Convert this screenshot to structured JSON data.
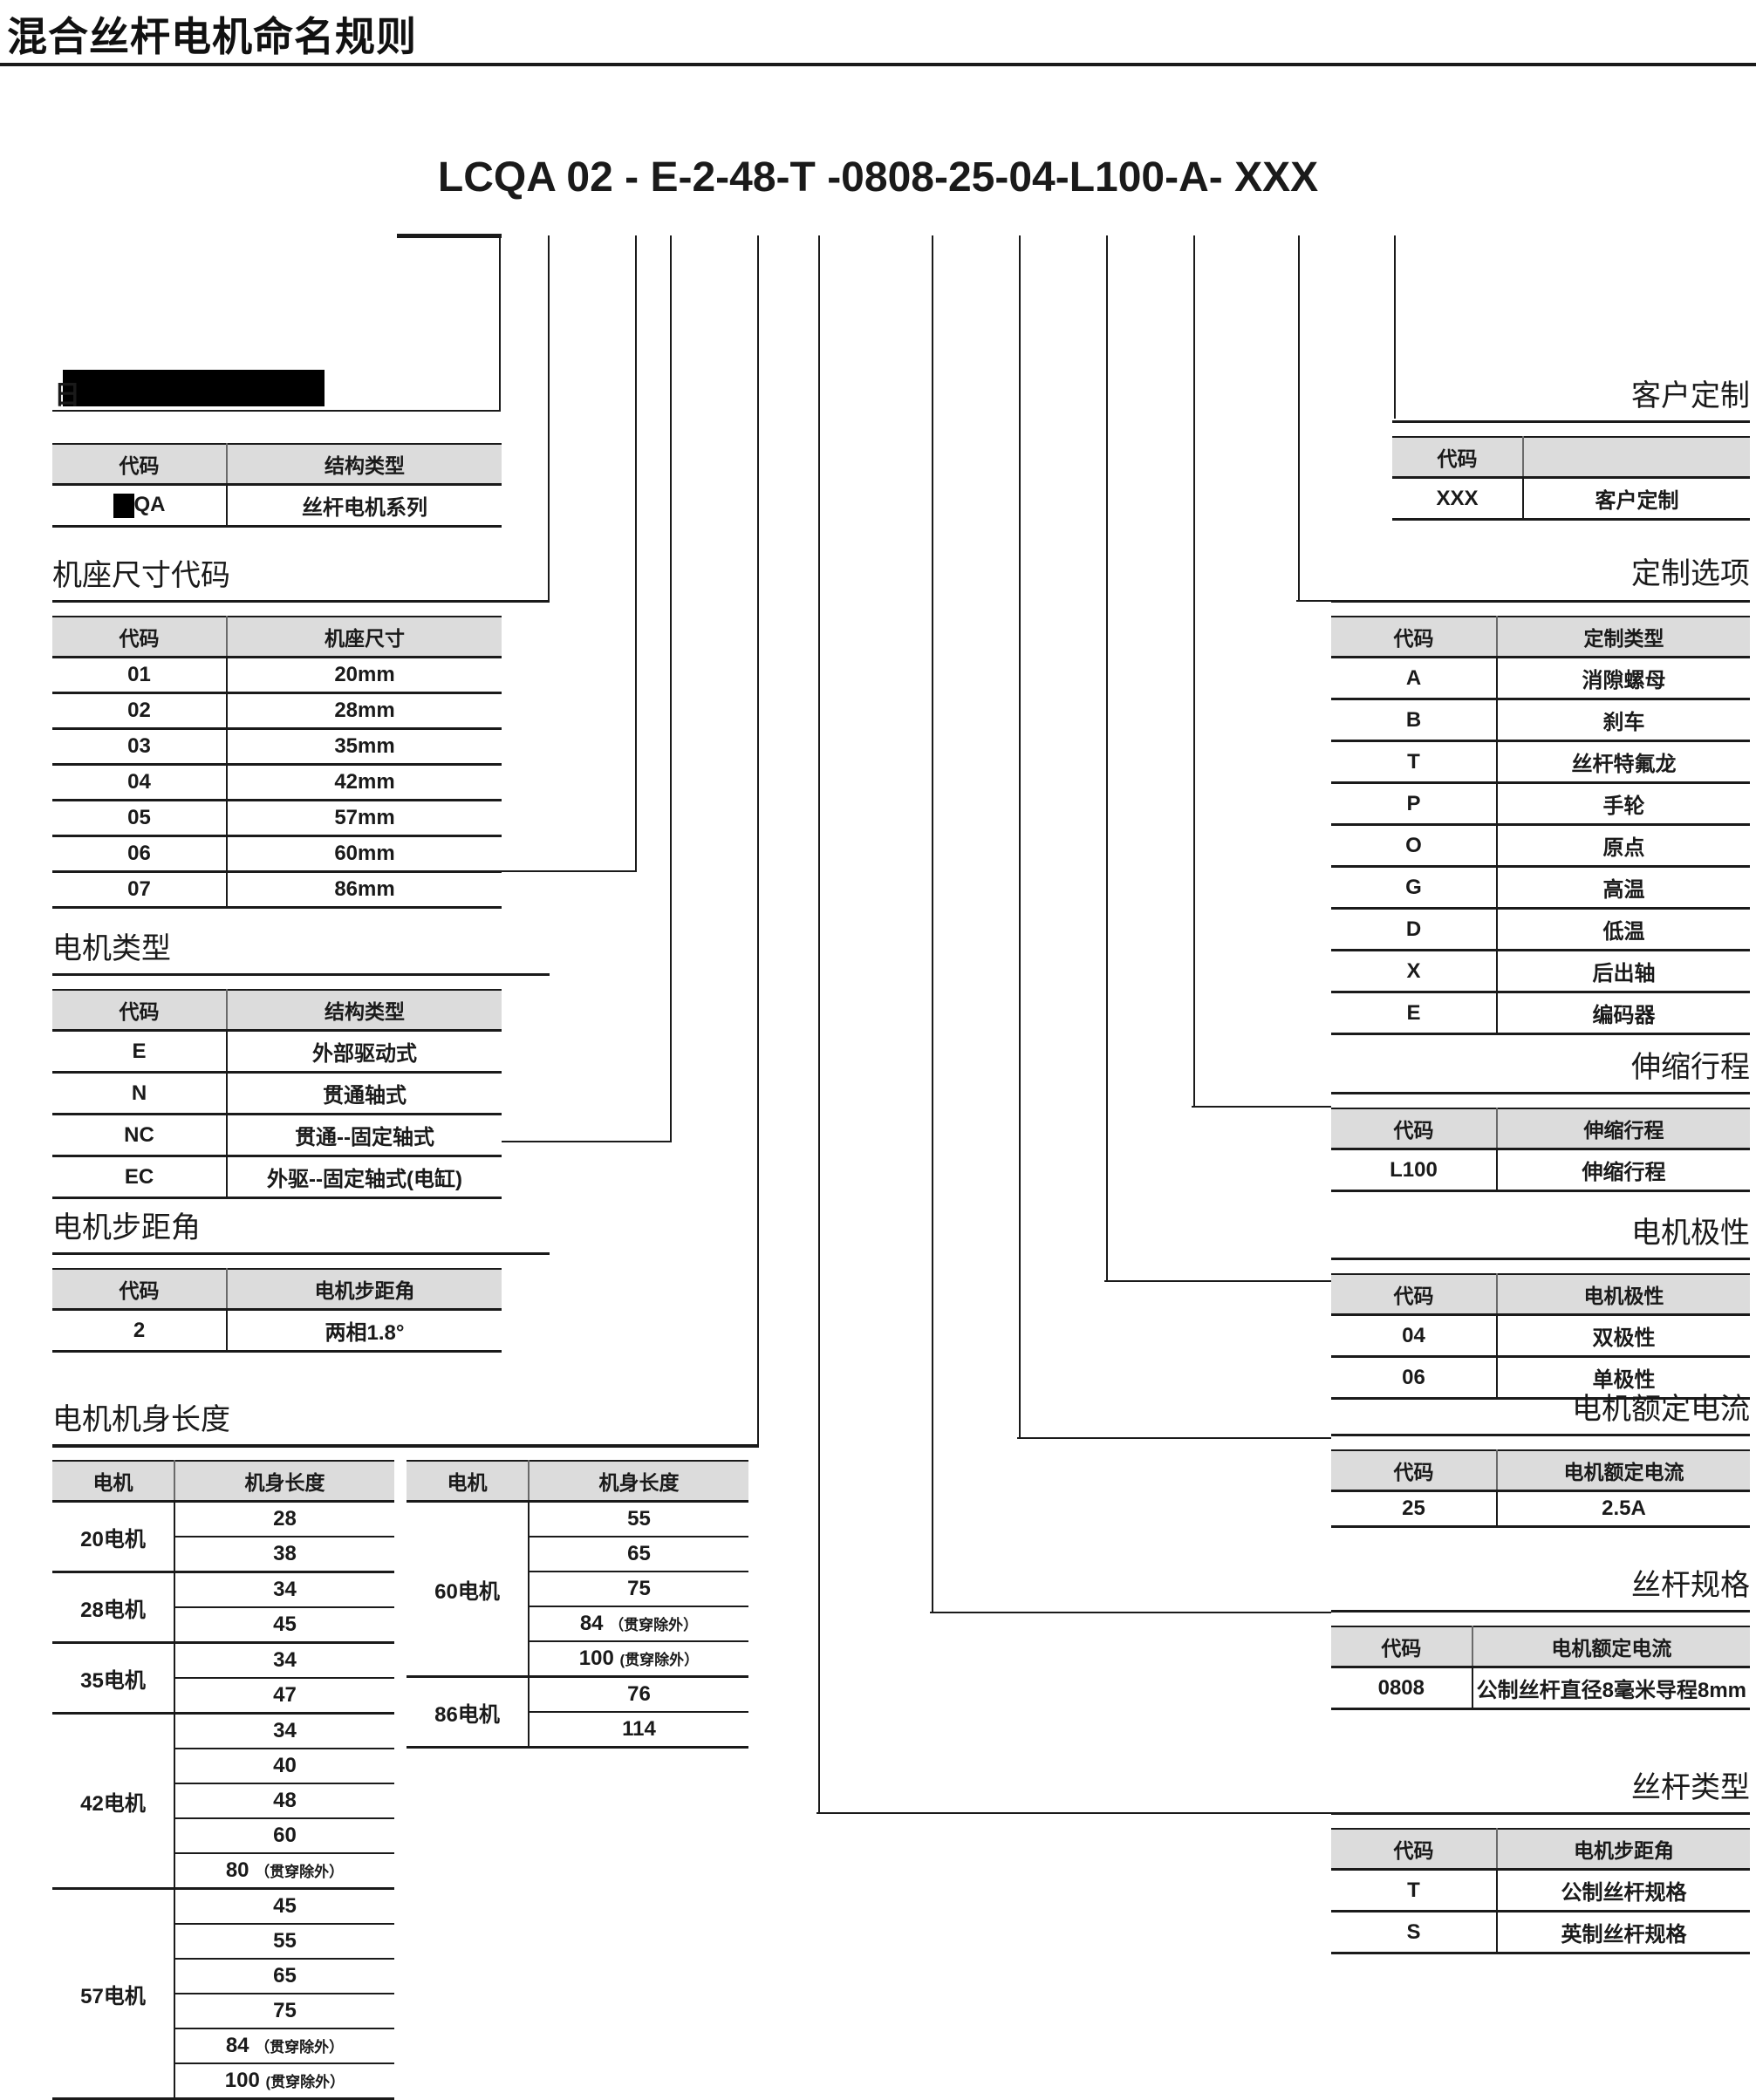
{
  "page": {
    "title": "混合丝杆电机命名规则",
    "part_number": "LCQA 02 - E-2-48-T -0808-25-04-L100-A- XXX"
  },
  "common": {
    "code_header": "代码"
  },
  "left": {
    "series": {
      "headers": [
        "代码",
        "结构类型"
      ],
      "rows": [
        [
          "LCQA",
          "丝杆电机系列"
        ]
      ]
    },
    "frame_size": {
      "caption": "机座尺寸代码",
      "headers": [
        "代码",
        "机座尺寸"
      ],
      "rows": [
        [
          "01",
          "20mm"
        ],
        [
          "02",
          "28mm"
        ],
        [
          "03",
          "35mm"
        ],
        [
          "04",
          "42mm"
        ],
        [
          "05",
          "57mm"
        ],
        [
          "06",
          "60mm"
        ],
        [
          "07",
          "86mm"
        ]
      ]
    },
    "motor_type": {
      "caption": "电机类型",
      "headers": [
        "代码",
        "结构类型"
      ],
      "rows": [
        [
          "E",
          "外部驱动式"
        ],
        [
          "N",
          "贯通轴式"
        ],
        [
          "NC",
          "贯通--固定轴式"
        ],
        [
          "EC",
          "外驱--固定轴式(电缸)"
        ]
      ]
    },
    "step_angle": {
      "caption": "电机步距角",
      "headers": [
        "代码",
        "电机步距角"
      ],
      "rows": [
        [
          "2",
          "两相1.8°"
        ]
      ]
    },
    "body_length": {
      "caption": "电机机身长度",
      "headers": [
        "电机",
        "机身长度"
      ],
      "table_a": [
        {
          "motor": "20电机",
          "lengths": [
            "28",
            "38"
          ]
        },
        {
          "motor": "28电机",
          "lengths": [
            "34",
            "45"
          ]
        },
        {
          "motor": "35电机",
          "lengths": [
            "34",
            "47"
          ]
        },
        {
          "motor": "42电机",
          "lengths": [
            "34",
            "40",
            "48",
            "60",
            "80（贯穿除外）"
          ]
        },
        {
          "motor": "57电机",
          "lengths": [
            "45",
            "55",
            "65",
            "75",
            "84（贯穿除外）",
            "100(贯穿除外）"
          ]
        }
      ],
      "table_b": [
        {
          "motor": "60电机",
          "lengths": [
            "55",
            "65",
            "75",
            "84（贯穿除外）",
            "100(贯穿除外）"
          ]
        },
        {
          "motor": "86电机",
          "lengths": [
            "76",
            "114"
          ]
        }
      ]
    }
  },
  "right": {
    "custom_order": {
      "caption": "客户定制",
      "headers": [
        "代码",
        ""
      ],
      "rows": [
        [
          "XXX",
          "客户定制"
        ]
      ]
    },
    "custom_options": {
      "caption": "定制选项",
      "headers": [
        "代码",
        "定制类型"
      ],
      "rows": [
        [
          "A",
          "消隙螺母"
        ],
        [
          "B",
          "刹车"
        ],
        [
          "T",
          "丝杆特氟龙"
        ],
        [
          "P",
          "手轮"
        ],
        [
          "O",
          "原点"
        ],
        [
          "G",
          "高温"
        ],
        [
          "D",
          "低温"
        ],
        [
          "X",
          "后出轴"
        ],
        [
          "E",
          "编码器"
        ]
      ]
    },
    "stroke": {
      "caption": "伸缩行程",
      "headers": [
        "代码",
        "伸缩行程"
      ],
      "rows": [
        [
          "L100",
          "伸缩行程"
        ]
      ]
    },
    "polarity": {
      "caption": "电机极性",
      "headers": [
        "代码",
        "电机极性"
      ],
      "rows": [
        [
          "04",
          "双极性"
        ],
        [
          "06",
          "单极性"
        ]
      ]
    },
    "rated_current": {
      "caption": "电机额定电流",
      "headers": [
        "代码",
        "电机额定电流"
      ],
      "rows": [
        [
          "25",
          "2.5A"
        ]
      ]
    },
    "screw_spec": {
      "caption": "丝杆规格",
      "headers": [
        "代码",
        "电机额定电流"
      ],
      "rows": [
        [
          "0808",
          "公制丝杆直径8毫米导程8mm"
        ]
      ]
    },
    "screw_type": {
      "caption": "丝杆类型",
      "headers": [
        "代码",
        "电机步距角"
      ],
      "rows": [
        [
          "T",
          "公制丝杆规格"
        ],
        [
          "S",
          "英制丝杆规格"
        ]
      ]
    }
  }
}
